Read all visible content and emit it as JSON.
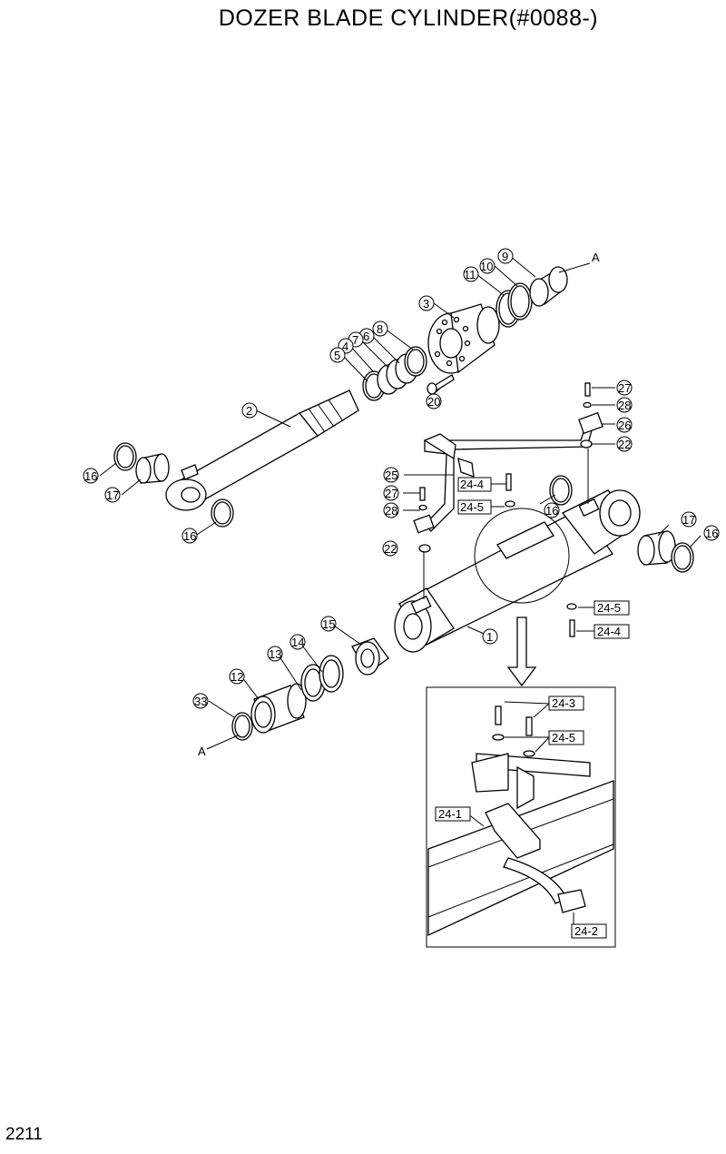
{
  "header": {
    "title": "DOZER BLADE CYLINDER(#0088-)"
  },
  "footer": {
    "page_number": "2211"
  },
  "callouts": {
    "p1": "1",
    "p2": "2",
    "p3": "3",
    "p4": "4",
    "p5": "5",
    "p6": "6",
    "p7": "7",
    "p8": "8",
    "p9": "9",
    "p10": "10",
    "p11": "11",
    "p12": "12",
    "p13": "13",
    "p14": "14",
    "p15": "15",
    "p16a": "16",
    "p16b": "16",
    "p16c": "16",
    "p16d": "16",
    "p17a": "17",
    "p17b": "17",
    "p20": "20",
    "p22a": "22",
    "p22b": "22",
    "p25": "25",
    "p26": "26",
    "p27a": "27",
    "p27b": "27",
    "p28a": "28",
    "p28b": "28",
    "p33": "33",
    "p24_4a": "24-4",
    "p24_4b": "24-4",
    "p24_5a": "24-5",
    "p24_5b": "24-5",
    "detail_24_3": "24-3",
    "detail_24_5": "24-5",
    "detail_24_1": "24-1",
    "detail_24_2": "24-2",
    "ref_a_top": "A",
    "ref_a_bottom": "A"
  }
}
